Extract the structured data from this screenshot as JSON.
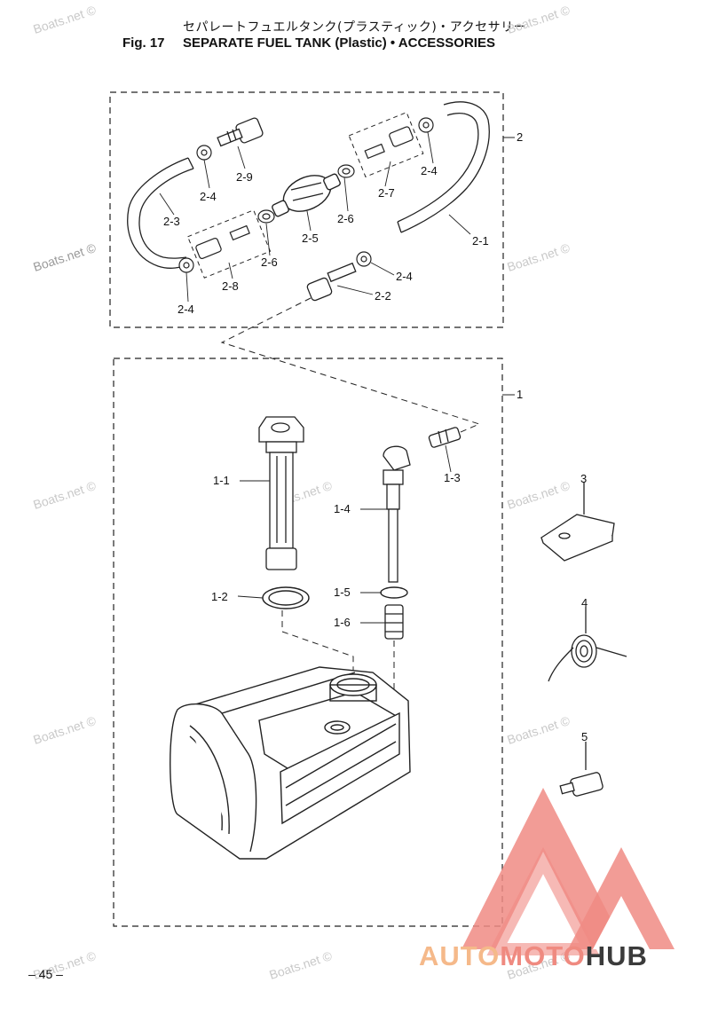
{
  "header": {
    "title_jp": "セパレートフュエルタンク(プラスティック)・アクセサリー",
    "figure_number": "Fig. 17",
    "title_en": "SEPARATE FUEL TANK (Plastic) • ACCESSORIES"
  },
  "watermark": "Boats.net ©",
  "brand": {
    "part1": "AUTO",
    "part2": "MOTO",
    "part3": "HUB",
    "color_light": "#f5b98a",
    "color_mid": "#ef8a80",
    "color_dark": "#3b3b3b"
  },
  "page_number": "– 45 –",
  "callouts": {
    "c_2": "2",
    "c_2_9": "2-9",
    "c_2_4_a": "2-4",
    "c_2_3": "2-3",
    "c_2_4_b": "2-4",
    "c_2_7": "2-7",
    "c_2_6_a": "2-6",
    "c_2_5": "2-5",
    "c_2_1": "2-1",
    "c_2_6_b": "2-6",
    "c_2_8": "2-8",
    "c_2_4_c": "2-4",
    "c_2_4_d": "2-4",
    "c_2_2": "2-2",
    "c_1": "1",
    "c_1_1": "1-1",
    "c_1_3": "1-3",
    "c_1_4": "1-4",
    "c_1_2": "1-2",
    "c_1_5": "1-5",
    "c_1_6": "1-6",
    "c_3": "3",
    "c_4": "4",
    "c_5": "5"
  }
}
